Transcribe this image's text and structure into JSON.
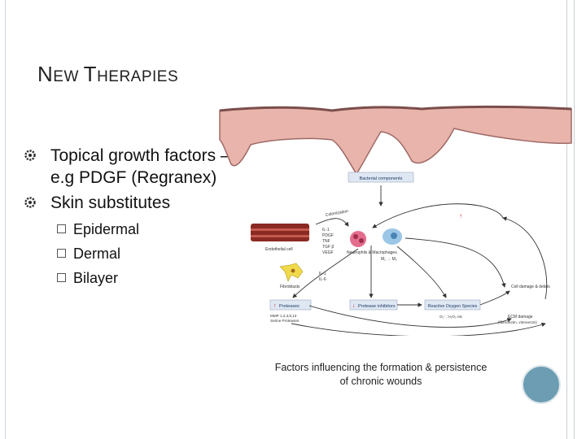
{
  "slide": {
    "title_first_cap": "N",
    "title_rest1": "EW ",
    "title_second_cap": "T",
    "title_rest2": "HERAPIES",
    "bullets": [
      {
        "text": "Topical growth factors – e.g PDGF (Regranex)"
      },
      {
        "text": "Skin substitutes"
      }
    ],
    "sub_bullets": [
      {
        "text": "Epidermal"
      },
      {
        "text": "Dermal"
      },
      {
        "text": "Bilayer"
      }
    ],
    "caption_line1": "Factors influencing the formation & persistence",
    "caption_line2": "of chronic wounds"
  },
  "figure": {
    "bacterial": "Bacterial components",
    "colonization": "Colonization",
    "endothelial": "Endothelial cell",
    "cytokines": [
      "IL-1",
      "PDGF",
      "TNF",
      "TGF β",
      "VEGF"
    ],
    "neutrophils": "Neutrophils & Macrophages",
    "m_label": "M₁ → M₂",
    "il": [
      "IL-1",
      "IL-6"
    ],
    "fibroblasts": "Fibroblasts",
    "cell_damage": "Cell damage & debris",
    "proteases": "Proteases",
    "mmp": "MMP 1,2,3,8,13",
    "serine": "Serine Proteases",
    "protease_inhibitors": "Protease inhibitors",
    "ros": "Reactive Oxygen Species",
    "ros_sub": "O₂⁻, H₂O₂ etc",
    "ecm": "ECM damage",
    "ecm_sub": "(fibronectin, vitronectin)"
  },
  "colors": {
    "tissue": "#e8b4ab",
    "tissue_edge": "#9e6a66",
    "vessel": "#8a2a22",
    "label_box": "#dfe7f3",
    "accent_circle": "#6c9db3",
    "bullet_marker": "#2b2b2b"
  }
}
